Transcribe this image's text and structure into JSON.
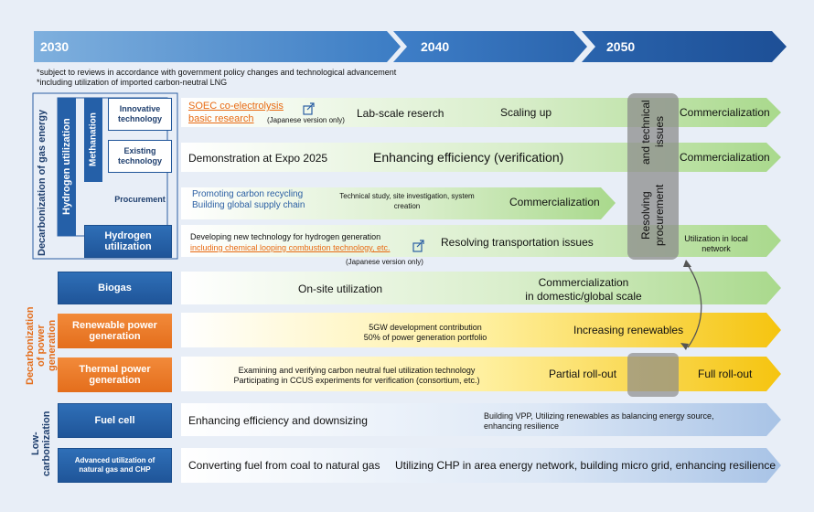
{
  "timeline": {
    "y2030": "2030",
    "y2040": "2040",
    "y2050": "2050"
  },
  "notes": {
    "n1": "*subject to reviews in accordance with government policy changes and technological advancement",
    "n2": "*including utilization of imported carbon-neutral LNG"
  },
  "sections": {
    "gas": "Decarbonization of gas energy",
    "power": "Decarbonization of power generation",
    "low": "Low-carbonization",
    "hydrogen": "Hydrogen utilization",
    "methanation": "Methanation"
  },
  "labels": {
    "innovative": "Innovative technology",
    "existing": "Existing technology",
    "procurement": "Procurement",
    "hydrogen_util": "Hydrogen utilization",
    "biogas": "Biogas",
    "renewable": "Renewable power generation",
    "thermal": "Thermal power generation",
    "fuelcell": "Fuel cell",
    "advanced": "Advanced utilization of natural gas and CHP"
  },
  "rows": {
    "r1": {
      "link1": "SOEC co-electrolysis",
      "link2": "basic research",
      "jp": "(Japanese version only)",
      "a": "Lab-scale reserch",
      "b": "Scaling up",
      "c": "Commercialization"
    },
    "r2": {
      "a": "Demonstration at Expo 2025",
      "b": "Enhancing efficiency (verification)",
      "c": "Commercialization"
    },
    "r3": {
      "a1": "Promoting carbon recycling",
      "a2": "Building global supply chain",
      "b1": "Technical study, site investigation, system",
      "b2": "creation",
      "c": "Commercialization"
    },
    "r4": {
      "a": "Developing new technology for hydrogen generation",
      "link": "including chemical looping combustion technology, etc.",
      "jp": "(Japanese version only)",
      "b": "Resolving transportation issues",
      "c1": "Utilization in local",
      "c2": "network"
    },
    "r5": {
      "a": "On-site utilization",
      "b1": "Commercialization",
      "b2": "in domestic/global scale"
    },
    "r6": {
      "a1": "5GW development contribution",
      "a2": "50% of power generation portfolio",
      "b": "Increasing renewables"
    },
    "r7": {
      "a1": "Examining and verifying carbon neutral fuel utilization technology",
      "a2": "Participating in CCUS experiments for verification (consortium, etc.)",
      "b": "Partial roll-out",
      "c": "Full roll-out"
    },
    "r8": {
      "a": "Enhancing efficiency and downsizing",
      "b1": "Building VPP, Utilizing renewables as balancing energy source,",
      "b2": "enhancing resilience"
    },
    "r9": {
      "a": "Converting fuel from coal to natural gas",
      "b": "Utilizing CHP in area energy network, building micro grid, enhancing resilience"
    }
  },
  "overlay": {
    "line1": "Resolving procurement",
    "line2": "and technical issues"
  }
}
